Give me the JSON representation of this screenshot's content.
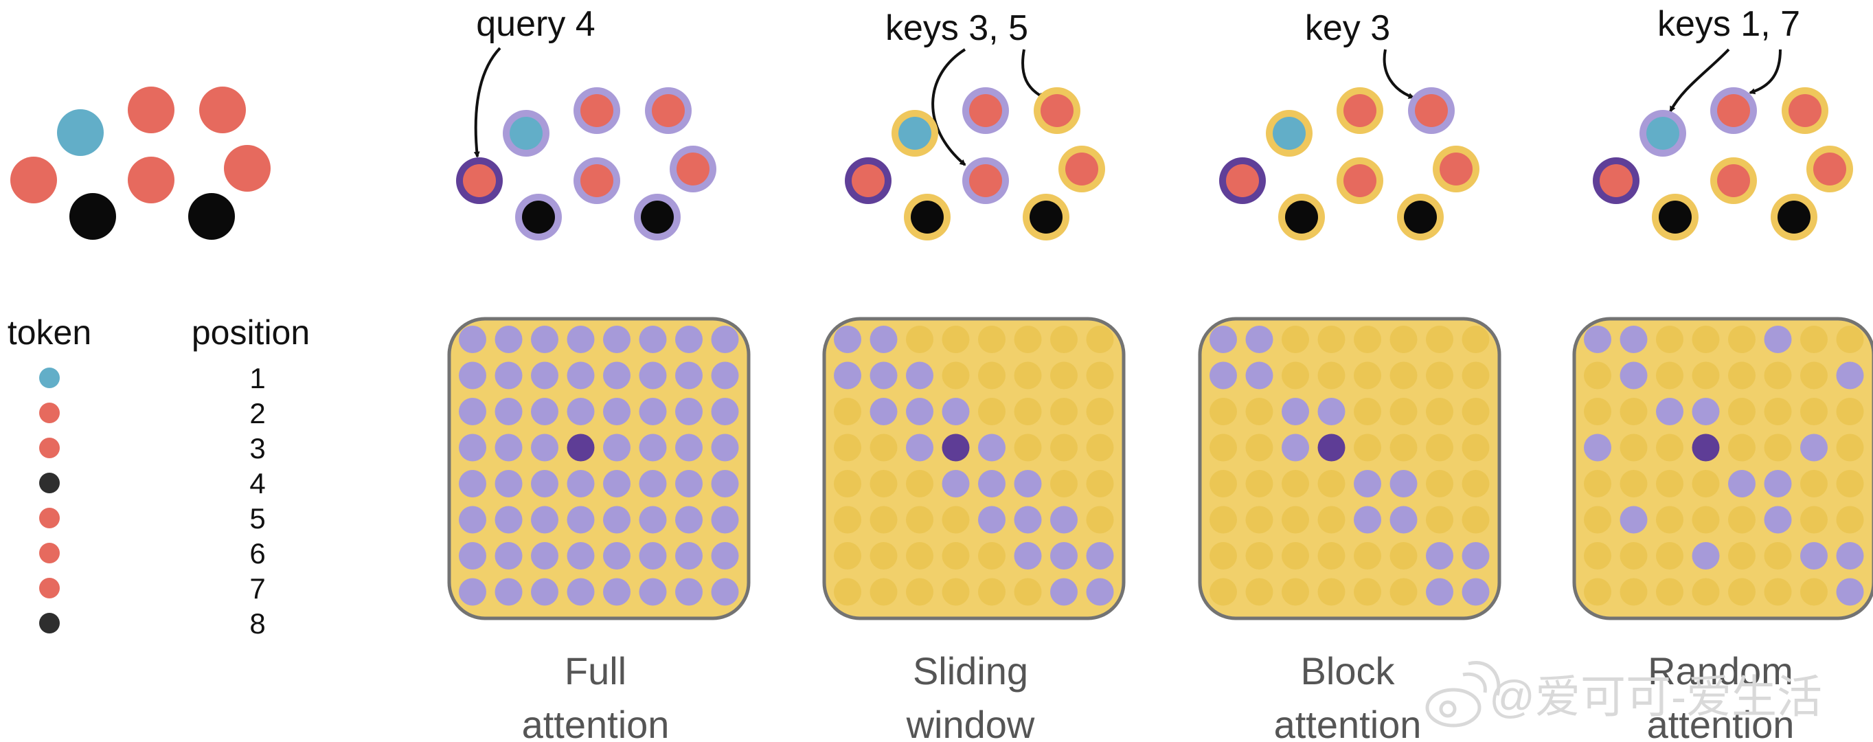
{
  "legend": {
    "token_header": "token",
    "position_header": "position",
    "positions": [
      "1",
      "2",
      "3",
      "4",
      "5",
      "6",
      "7",
      "8"
    ]
  },
  "colors": {
    "token_types": [
      "teal",
      "salmon",
      "salmon",
      "black",
      "salmon",
      "salmon",
      "salmon",
      "black"
    ],
    "teal": "#62aec8",
    "salmon": "#e66a5e",
    "black": "#0a0a0a",
    "legend_black": "#2e2e2e",
    "query_ring": "#5f3f98",
    "attend_ring": "#a99bd8",
    "ignore_ring": "#efc75c",
    "matrix_bg": "#f1d06b",
    "matrix_border": "#737373",
    "dot_attend": "#a69ad9",
    "dot_ignore": "#ebc654",
    "dot_query": "#5e3d96"
  },
  "query_index": 3,
  "panels": [
    {
      "annotation": "query 4",
      "caption": [
        "Full",
        "attention"
      ],
      "pattern": [
        "11111111",
        "11111111",
        "11111111",
        "11111111",
        "11111111",
        "11111111",
        "11111111",
        "11111111"
      ]
    },
    {
      "annotation": "keys 3, 5",
      "caption": [
        "Sliding",
        "window"
      ],
      "pattern": [
        "11000000",
        "11100000",
        "01110000",
        "00111000",
        "00011100",
        "00001110",
        "00000111",
        "00000011"
      ]
    },
    {
      "annotation": "key 3",
      "caption": [
        "Block",
        "attention"
      ],
      "pattern": [
        "11000000",
        "11000000",
        "00110000",
        "00110000",
        "00001100",
        "00001100",
        "00000011",
        "00000011"
      ]
    },
    {
      "annotation": "keys 1, 7",
      "caption": [
        "Random",
        "attention"
      ],
      "pattern": [
        "11000100",
        "01000001",
        "00110000",
        "10010010",
        "00001100",
        "01000100",
        "00010011",
        "00000001"
      ]
    }
  ],
  "watermark": "@爱可可-爱生活"
}
